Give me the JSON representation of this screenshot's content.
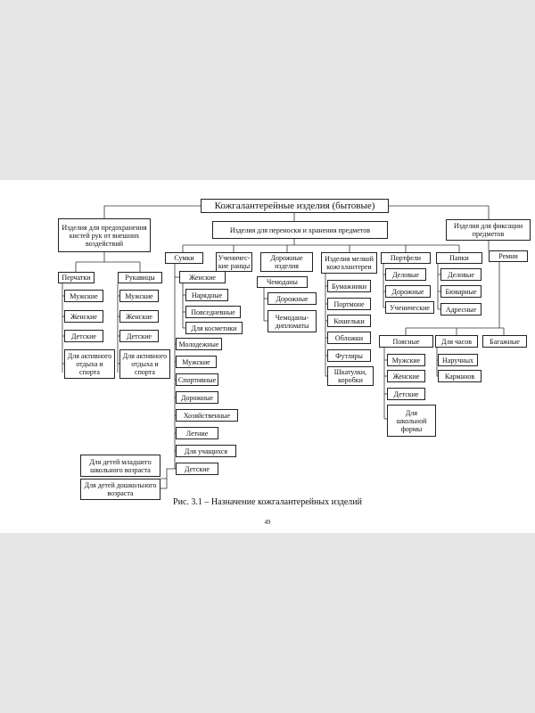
{
  "diagram": {
    "root": "Кожгалантерейные изделия (бытовые)",
    "protect": {
      "title": "Изделия для предохранения\nкистей рук от внешних\nвоздействий",
      "gloves": {
        "title": "Перчатки",
        "items": [
          "Мужские",
          "Женские",
          "Детские",
          "Для активного\nотдыха и\nспорта"
        ]
      },
      "mittens": {
        "title": "Рукавицы",
        "items": [
          "Мужские",
          "Женские",
          "Детские",
          "Для активного\nотдыха и\nспорта"
        ]
      }
    },
    "carry": {
      "title": "Изделия для переноски и хранения предметов",
      "bags": {
        "title": "Сумки",
        "womens": {
          "title": "Женские",
          "items": [
            "Нарядные",
            "Повседневные",
            "Для косметики"
          ]
        },
        "items": [
          "Молодежные",
          "Мужские",
          "Спортивные",
          "Дорожные",
          "Хозяйственные",
          "Летние",
          "Для учащихся",
          "Детские"
        ],
        "kids": [
          "Для детей младшего\nшкольного возраста",
          "Для детей дошкольного\nвозраста"
        ]
      },
      "backpacks": "Ученичес-\nкие ранцы",
      "travel": {
        "title": "Дорожные\nизделия",
        "suitcases": "Чемоданы",
        "items": [
          "Дорожные",
          "Чемоданы-\nдипломаты"
        ]
      },
      "small": {
        "title": "Изделия мелкой\nкожгалантереи",
        "items": [
          "Бумажники",
          "Портмоне",
          "Кошельки",
          "Обложки",
          "Футляры",
          "Шкатулки,\nкоробки"
        ]
      },
      "briefcases": {
        "title": "Портфели",
        "items": [
          "Деловые",
          "Дорожные",
          "Ученические"
        ]
      },
      "folders": {
        "title": "Папки",
        "items": [
          "Деловые",
          "Бюварные",
          "Адресные"
        ]
      }
    },
    "fix": {
      "title": "Изделия для фиксации\nпредметов",
      "belts": {
        "title": "Ремни",
        "waist": {
          "title": "Поясные",
          "items": [
            "Мужские",
            "Женские",
            "Детские",
            "Для\nшкольной\nформы"
          ]
        },
        "watch": {
          "title": "Для часов",
          "items": [
            "Наручных",
            "Карманов"
          ]
        },
        "luggage": "Багажные"
      }
    }
  },
  "caption": "Рис. 3.1 – Назначение кожгалантерейных изделий",
  "page_number": "49"
}
